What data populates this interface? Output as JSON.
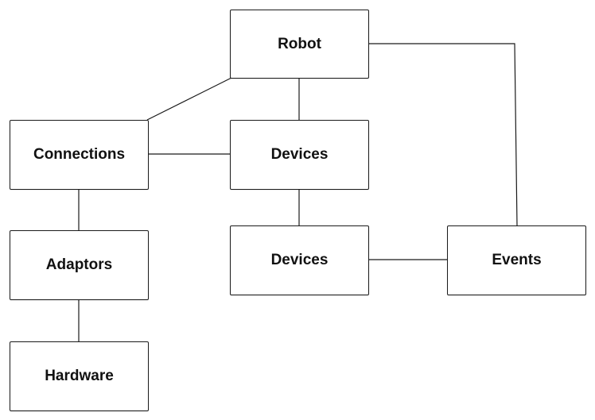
{
  "nodes": {
    "robot": "Robot",
    "connections": "Connections",
    "devices_top": "Devices",
    "adaptors": "Adaptors",
    "devices_bottom": "Devices",
    "events": "Events",
    "hardware": "Hardware"
  },
  "edges": [
    [
      "robot",
      "connections"
    ],
    [
      "robot",
      "devices_top"
    ],
    [
      "robot",
      "events"
    ],
    [
      "connections",
      "devices_top"
    ],
    [
      "connections",
      "adaptors"
    ],
    [
      "adaptors",
      "hardware"
    ],
    [
      "devices_top",
      "devices_bottom"
    ],
    [
      "devices_bottom",
      "events"
    ]
  ],
  "colors": {
    "stroke": "#1a1a1a",
    "background": "#ffffff",
    "text": "#111111"
  }
}
